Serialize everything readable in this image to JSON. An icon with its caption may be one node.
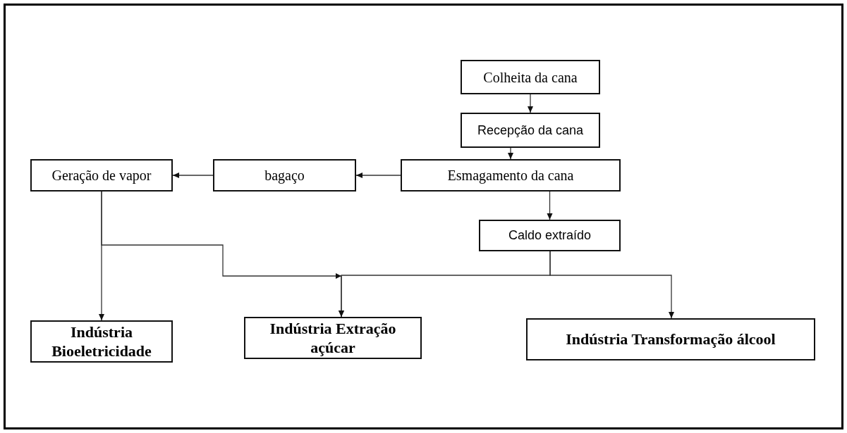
{
  "diagram": {
    "nodes": [
      {
        "text": [
          "Colheita da cana"
        ]
      },
      {
        "text": [
          "Recepção da cana"
        ]
      },
      {
        "text": [
          "Esmagamento da cana"
        ]
      },
      {
        "text": [
          "bagaço"
        ]
      },
      {
        "text": [
          "Geração de vapor"
        ]
      },
      {
        "text": [
          "Caldo extraído"
        ]
      },
      {
        "text": [
          "Indústria Bioeletricidade"
        ]
      },
      {
        "text": [
          "Indústria Extração açúcar"
        ]
      },
      {
        "text": [
          "Indústria Transformação álcool"
        ]
      }
    ],
    "edges": [
      {
        "from": 0,
        "to": 1,
        "arrow": "to"
      },
      {
        "from": 1,
        "to": 2,
        "arrow": "to"
      },
      {
        "from": 2,
        "to": 3,
        "arrow": "to"
      },
      {
        "from": 3,
        "to": 4,
        "arrow": "to"
      },
      {
        "from": 2,
        "to": 5,
        "arrow": "to"
      },
      {
        "from": 4,
        "to": 6,
        "arrow": "to"
      },
      {
        "from": 4,
        "to": 7,
        "arrow": "to"
      },
      {
        "from": 5,
        "to": 7,
        "arrow": "to"
      },
      {
        "from": 5,
        "to": 8,
        "arrow": "to"
      }
    ]
  }
}
